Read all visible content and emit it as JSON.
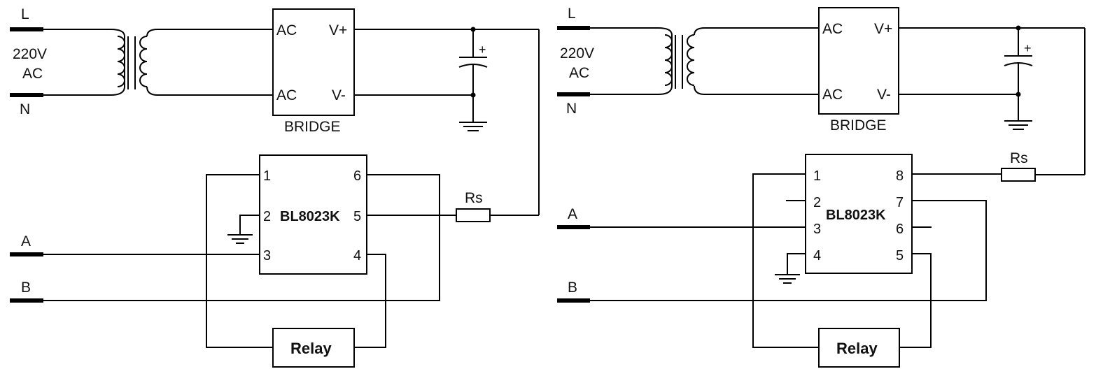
{
  "left": {
    "mains": {
      "line": "L",
      "neutral": "N",
      "voltage": "220V",
      "ac": "AC"
    },
    "bridge": {
      "ac1": "AC",
      "ac2": "AC",
      "vplus": "V+",
      "vminus": "V-",
      "name": "BRIDGE"
    },
    "cap_polarity": "+",
    "ic": {
      "name": "BL8023K",
      "pins": [
        "1",
        "2",
        "3",
        "4",
        "5",
        "6"
      ]
    },
    "resistor": "Rs",
    "input_a": "A",
    "input_b": "B",
    "relay": "Relay"
  },
  "right": {
    "mains": {
      "line": "L",
      "neutral": "N",
      "voltage": "220V",
      "ac": "AC"
    },
    "bridge": {
      "ac1": "AC",
      "ac2": "AC",
      "vplus": "V+",
      "vminus": "V-",
      "name": "BRIDGE"
    },
    "cap_polarity": "+",
    "ic": {
      "name": "BL8023K",
      "pins": [
        "1",
        "2",
        "3",
        "4",
        "5",
        "6",
        "7",
        "8"
      ]
    },
    "resistor": "Rs",
    "input_a": "A",
    "input_b": "B",
    "relay": "Relay"
  }
}
